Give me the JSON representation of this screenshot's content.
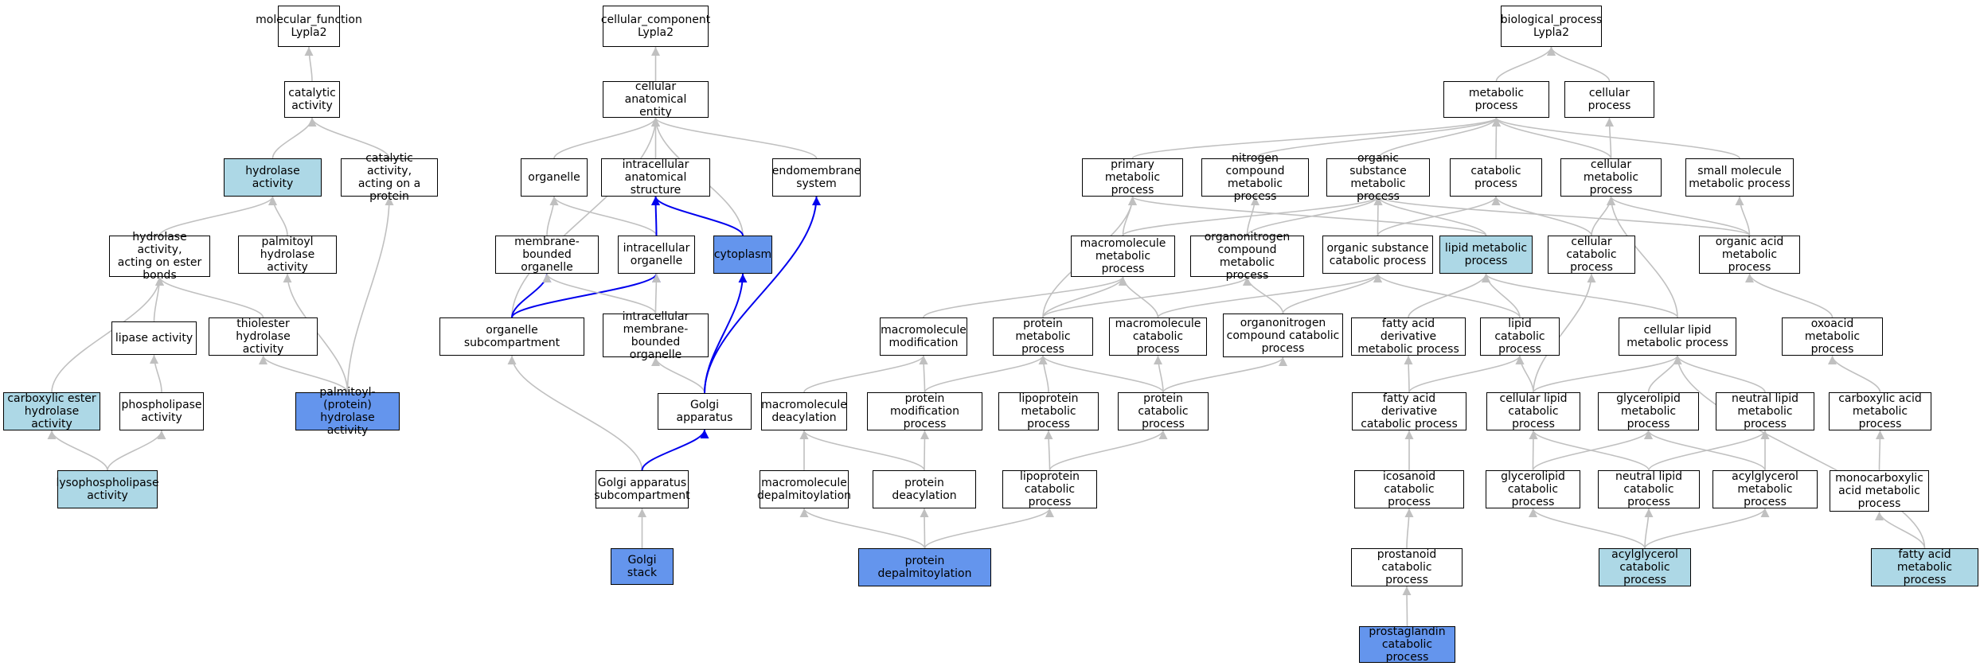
{
  "colors": {
    "plain": "#ffffff",
    "highlight": "#add8e6",
    "annotated": "#6495ed",
    "edge_default": "#c0c0c0",
    "edge_path": "#0000ee"
  },
  "nodes": [
    {
      "id": "mf",
      "label": "molecular_function\nLypla2",
      "style": "plain"
    },
    {
      "id": "ca",
      "label": "catalytic activity",
      "style": "plain"
    },
    {
      "id": "ha",
      "label": "hydrolase activity",
      "style": "highlight"
    },
    {
      "id": "caop",
      "label": "catalytic activity,\nacting on a\nprotein",
      "style": "plain"
    },
    {
      "id": "haeb",
      "label": "hydrolase activity,\nacting on ester\nbonds",
      "style": "plain"
    },
    {
      "id": "pha",
      "label": "palmitoyl hydrolase\nactivity",
      "style": "plain"
    },
    {
      "id": "la",
      "label": "lipase activity",
      "style": "plain"
    },
    {
      "id": "tha",
      "label": "thiolester hydrolase\nactivity",
      "style": "plain"
    },
    {
      "id": "ceha",
      "label": "carboxylic ester\nhydrolase activity",
      "style": "highlight"
    },
    {
      "id": "pl",
      "label": "phospholipase\nactivity",
      "style": "plain"
    },
    {
      "id": "pph",
      "label": "palmitoyl-(protein)\nhydrolase activity",
      "style": "annotated"
    },
    {
      "id": "lpl",
      "label": "lysophospholipase\nactivity",
      "style": "highlight"
    },
    {
      "id": "cc",
      "label": "cellular_component\nLypla2",
      "style": "plain"
    },
    {
      "id": "cae",
      "label": "cellular anatomical\nentity",
      "style": "plain"
    },
    {
      "id": "org",
      "label": "organelle",
      "style": "plain"
    },
    {
      "id": "ias",
      "label": "intracellular\nanatomical structure",
      "style": "plain"
    },
    {
      "id": "ems",
      "label": "endomembrane\nsystem",
      "style": "plain"
    },
    {
      "id": "mbo",
      "label": "membrane-bounded\norganelle",
      "style": "plain"
    },
    {
      "id": "io",
      "label": "intracellular\norganelle",
      "style": "plain"
    },
    {
      "id": "cyto",
      "label": "cytoplasm",
      "style": "annotated"
    },
    {
      "id": "osc",
      "label": "organelle subcompartment",
      "style": "plain"
    },
    {
      "id": "imbo",
      "label": "intracellular\nmembrane-bounded\norganelle",
      "style": "plain"
    },
    {
      "id": "golgi",
      "label": "Golgi apparatus",
      "style": "plain"
    },
    {
      "id": "gas",
      "label": "Golgi apparatus\nsubcompartment",
      "style": "plain"
    },
    {
      "id": "gstack",
      "label": "Golgi stack",
      "style": "annotated"
    },
    {
      "id": "bp",
      "label": "biological_process\nLypla2",
      "style": "plain"
    },
    {
      "id": "mp",
      "label": "metabolic process",
      "style": "plain"
    },
    {
      "id": "cp",
      "label": "cellular process",
      "style": "plain"
    },
    {
      "id": "pmp",
      "label": "primary metabolic\nprocess",
      "style": "plain"
    },
    {
      "id": "ncmp",
      "label": "nitrogen compound\nmetabolic process",
      "style": "plain"
    },
    {
      "id": "osmp",
      "label": "organic substance\nmetabolic process",
      "style": "plain"
    },
    {
      "id": "catp",
      "label": "catabolic process",
      "style": "plain"
    },
    {
      "id": "cmp",
      "label": "cellular metabolic\nprocess",
      "style": "plain"
    },
    {
      "id": "smmp",
      "label": "small molecule\nmetabolic process",
      "style": "plain"
    },
    {
      "id": "mmp",
      "label": "macromolecule\nmetabolic process",
      "style": "plain"
    },
    {
      "id": "oncmp",
      "label": "organonitrogen\ncompound metabolic\nprocess",
      "style": "plain"
    },
    {
      "id": "oscp",
      "label": "organic substance\ncatabolic process",
      "style": "plain"
    },
    {
      "id": "lmp",
      "label": "lipid metabolic\nprocess",
      "style": "highlight"
    },
    {
      "id": "ccp",
      "label": "cellular catabolic\nprocess",
      "style": "plain"
    },
    {
      "id": "oamp",
      "label": "organic acid\nmetabolic process",
      "style": "plain"
    },
    {
      "id": "mmod",
      "label": "macromolecule\nmodification",
      "style": "plain"
    },
    {
      "id": "prmp",
      "label": "protein metabolic\nprocess",
      "style": "plain"
    },
    {
      "id": "mcp",
      "label": "macromolecule\ncatabolic process",
      "style": "plain"
    },
    {
      "id": "onccp",
      "label": "organonitrogen\ncompound catabolic\nprocess",
      "style": "plain"
    },
    {
      "id": "fadmp",
      "label": "fatty acid derivative\nmetabolic process",
      "style": "plain"
    },
    {
      "id": "lcp",
      "label": "lipid catabolic\nprocess",
      "style": "plain"
    },
    {
      "id": "clmp",
      "label": "cellular lipid\nmetabolic process",
      "style": "plain"
    },
    {
      "id": "oxmp",
      "label": "oxoacid metabolic\nprocess",
      "style": "plain"
    },
    {
      "id": "mdeac",
      "label": "macromolecule\ndeacylation",
      "style": "plain"
    },
    {
      "id": "pmodp",
      "label": "protein modification\nprocess",
      "style": "plain"
    },
    {
      "id": "lpmp",
      "label": "lipoprotein\nmetabolic process",
      "style": "plain"
    },
    {
      "id": "prcp",
      "label": "protein catabolic\nprocess",
      "style": "plain"
    },
    {
      "id": "fadcp",
      "label": "fatty acid derivative\ncatabolic process",
      "style": "plain"
    },
    {
      "id": "clcp",
      "label": "cellular lipid\ncatabolic process",
      "style": "plain"
    },
    {
      "id": "glmp",
      "label": "glycerolipid\nmetabolic process",
      "style": "plain"
    },
    {
      "id": "nlmp",
      "label": "neutral lipid\nmetabolic process",
      "style": "plain"
    },
    {
      "id": "camp",
      "label": "carboxylic acid\nmetabolic process",
      "style": "plain"
    },
    {
      "id": "mdepal",
      "label": "macromolecule\ndepalmitoylation",
      "style": "plain"
    },
    {
      "id": "pdeac",
      "label": "protein deacylation",
      "style": "plain"
    },
    {
      "id": "lpcp",
      "label": "lipoprotein\ncatabolic process",
      "style": "plain"
    },
    {
      "id": "iccp",
      "label": "icosanoid catabolic\nprocess",
      "style": "plain"
    },
    {
      "id": "glcp",
      "label": "glycerolipid\ncatabolic process",
      "style": "plain"
    },
    {
      "id": "nlcp",
      "label": "neutral lipid\ncatabolic process",
      "style": "plain"
    },
    {
      "id": "agmp",
      "label": "acylglycerol\nmetabolic process",
      "style": "plain"
    },
    {
      "id": "mcamp",
      "label": "monocarboxylic\nacid metabolic\nprocess",
      "style": "plain"
    },
    {
      "id": "pdepal",
      "label": "protein depalmitoylation",
      "style": "annotated"
    },
    {
      "id": "pncp",
      "label": "prostanoid catabolic\nprocess",
      "style": "plain"
    },
    {
      "id": "agcp",
      "label": "acylglycerol\ncatabolic process",
      "style": "highlight"
    },
    {
      "id": "famp",
      "label": "fatty acid metabolic\nprocess",
      "style": "highlight"
    },
    {
      "id": "pgcp",
      "label": "prostaglandin\ncatabolic process",
      "style": "annotated"
    }
  ],
  "edges": [
    [
      "ca",
      "mf"
    ],
    [
      "ha",
      "ca"
    ],
    [
      "caop",
      "ca"
    ],
    [
      "haeb",
      "ha"
    ],
    [
      "pha",
      "ha"
    ],
    [
      "la",
      "haeb"
    ],
    [
      "tha",
      "haeb"
    ],
    [
      "ceha",
      "haeb"
    ],
    [
      "pl",
      "la"
    ],
    [
      "pph",
      "tha"
    ],
    [
      "pph",
      "pha"
    ],
    [
      "pph",
      "caop"
    ],
    [
      "lpl",
      "ceha"
    ],
    [
      "lpl",
      "pl"
    ],
    [
      "cae",
      "cc"
    ],
    [
      "org",
      "cae"
    ],
    [
      "ias",
      "cae"
    ],
    [
      "ems",
      "cae"
    ],
    [
      "cyto",
      "cae"
    ],
    [
      "osc",
      "cae"
    ],
    [
      "mbo",
      "org"
    ],
    [
      "io",
      "org"
    ],
    [
      "io",
      "ias",
      "path"
    ],
    [
      "cyto",
      "ias",
      "path"
    ],
    [
      "osc",
      "mbo",
      "path"
    ],
    [
      "osc",
      "io",
      "path"
    ],
    [
      "imbo",
      "mbo"
    ],
    [
      "imbo",
      "io"
    ],
    [
      "golgi",
      "imbo"
    ],
    [
      "golgi",
      "cyto",
      "path"
    ],
    [
      "golgi",
      "ems",
      "path"
    ],
    [
      "gas",
      "osc"
    ],
    [
      "gas",
      "golgi",
      "path"
    ],
    [
      "gstack",
      "gas"
    ],
    [
      "mp",
      "bp"
    ],
    [
      "cp",
      "bp"
    ],
    [
      "pmp",
      "mp"
    ],
    [
      "ncmp",
      "mp"
    ],
    [
      "osmp",
      "mp"
    ],
    [
      "catp",
      "mp"
    ],
    [
      "cmp",
      "mp"
    ],
    [
      "cmp",
      "cp"
    ],
    [
      "smmp",
      "mp"
    ],
    [
      "mmp",
      "osmp"
    ],
    [
      "mmp",
      "pmp"
    ],
    [
      "oncmp",
      "ncmp"
    ],
    [
      "oncmp",
      "osmp"
    ],
    [
      "oscp",
      "osmp"
    ],
    [
      "oscp",
      "catp"
    ],
    [
      "lmp",
      "osmp"
    ],
    [
      "lmp",
      "pmp"
    ],
    [
      "ccp",
      "catp"
    ],
    [
      "ccp",
      "cmp"
    ],
    [
      "oamp",
      "osmp"
    ],
    [
      "oamp",
      "cmp"
    ],
    [
      "oamp",
      "smmp"
    ],
    [
      "mmod",
      "mmp"
    ],
    [
      "prmp",
      "mmp"
    ],
    [
      "prmp",
      "oncmp"
    ],
    [
      "prmp",
      "pmp"
    ],
    [
      "mcp",
      "mmp"
    ],
    [
      "mcp",
      "oscp"
    ],
    [
      "onccp",
      "oncmp"
    ],
    [
      "onccp",
      "oscp"
    ],
    [
      "fadmp",
      "lmp"
    ],
    [
      "lcp",
      "lmp"
    ],
    [
      "lcp",
      "oscp"
    ],
    [
      "clmp",
      "lmp"
    ],
    [
      "clmp",
      "cmp"
    ],
    [
      "oxmp",
      "oamp"
    ],
    [
      "mdeac",
      "mmod"
    ],
    [
      "pmodp",
      "mmod"
    ],
    [
      "pmodp",
      "prmp"
    ],
    [
      "lpmp",
      "prmp"
    ],
    [
      "prcp",
      "prmp"
    ],
    [
      "prcp",
      "mcp"
    ],
    [
      "prcp",
      "onccp"
    ],
    [
      "fadcp",
      "fadmp"
    ],
    [
      "fadcp",
      "lcp"
    ],
    [
      "clcp",
      "lcp"
    ],
    [
      "clcp",
      "clmp"
    ],
    [
      "clcp",
      "ccp"
    ],
    [
      "glmp",
      "clmp"
    ],
    [
      "nlmp",
      "clmp"
    ],
    [
      "camp",
      "oxmp"
    ],
    [
      "mdepal",
      "mdeac"
    ],
    [
      "pdeac",
      "mdeac"
    ],
    [
      "pdeac",
      "pmodp"
    ],
    [
      "lpcp",
      "lpmp"
    ],
    [
      "lpcp",
      "prcp"
    ],
    [
      "iccp",
      "fadcp"
    ],
    [
      "glcp",
      "clcp"
    ],
    [
      "glcp",
      "glmp"
    ],
    [
      "nlcp",
      "clcp"
    ],
    [
      "nlcp",
      "nlmp"
    ],
    [
      "agmp",
      "glmp"
    ],
    [
      "agmp",
      "nlmp"
    ],
    [
      "mcamp",
      "camp"
    ],
    [
      "pdepal",
      "mdepal"
    ],
    [
      "pdepal",
      "pdeac"
    ],
    [
      "pdepal",
      "lpcp"
    ],
    [
      "pncp",
      "iccp"
    ],
    [
      "agcp",
      "glcp"
    ],
    [
      "agcp",
      "nlcp"
    ],
    [
      "agcp",
      "agmp"
    ],
    [
      "famp",
      "mcamp"
    ],
    [
      "famp",
      "clmp"
    ],
    [
      "pgcp",
      "pncp"
    ]
  ]
}
